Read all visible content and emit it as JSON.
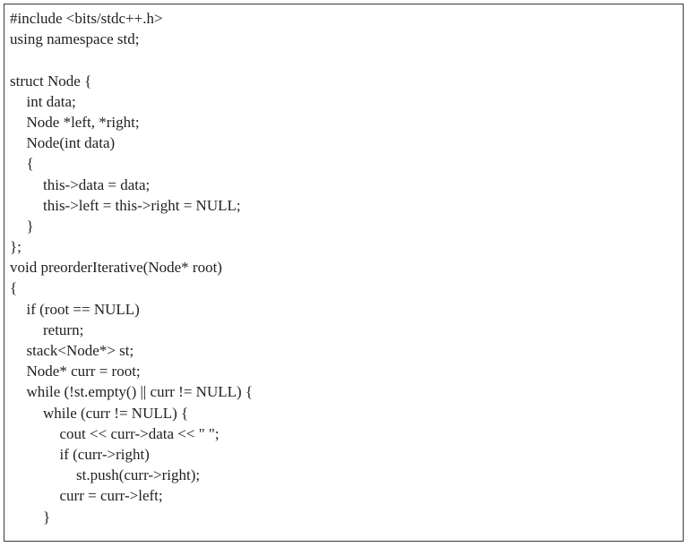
{
  "code": {
    "lines": [
      {
        "indent": 0,
        "text": "#include <bits/stdc++.h>"
      },
      {
        "indent": 0,
        "text": "using namespace std;"
      },
      {
        "indent": 0,
        "text": ""
      },
      {
        "indent": 0,
        "text": "struct Node {"
      },
      {
        "indent": 1,
        "text": "int data;"
      },
      {
        "indent": 1,
        "text": "Node *left, *right;"
      },
      {
        "indent": 1,
        "text": "Node(int data)"
      },
      {
        "indent": 1,
        "text": "{"
      },
      {
        "indent": 2,
        "text": "this->data = data;"
      },
      {
        "indent": 2,
        "text": "this->left = this->right = NULL;"
      },
      {
        "indent": 1,
        "text": "}"
      },
      {
        "indent": 0,
        "text": "};"
      },
      {
        "indent": 0,
        "text": "void preorderIterative(Node* root)"
      },
      {
        "indent": 0,
        "text": "{"
      },
      {
        "indent": 1,
        "text": "if (root == NULL)"
      },
      {
        "indent": 2,
        "text": "return;"
      },
      {
        "indent": 1,
        "text": "stack<Node*> st;"
      },
      {
        "indent": 1,
        "text": "Node* curr = root;"
      },
      {
        "indent": 1,
        "text": "while (!st.empty() || curr != NULL) {"
      },
      {
        "indent": 2,
        "text": "while (curr != NULL) {"
      },
      {
        "indent": 3,
        "text": "cout << curr->data << \" \";"
      },
      {
        "indent": 3,
        "text": "if (curr->right)"
      },
      {
        "indent": 4,
        "text": "st.push(curr->right);"
      },
      {
        "indent": 3,
        "text": "curr = curr->left;"
      },
      {
        "indent": 2,
        "text": "}"
      }
    ]
  }
}
